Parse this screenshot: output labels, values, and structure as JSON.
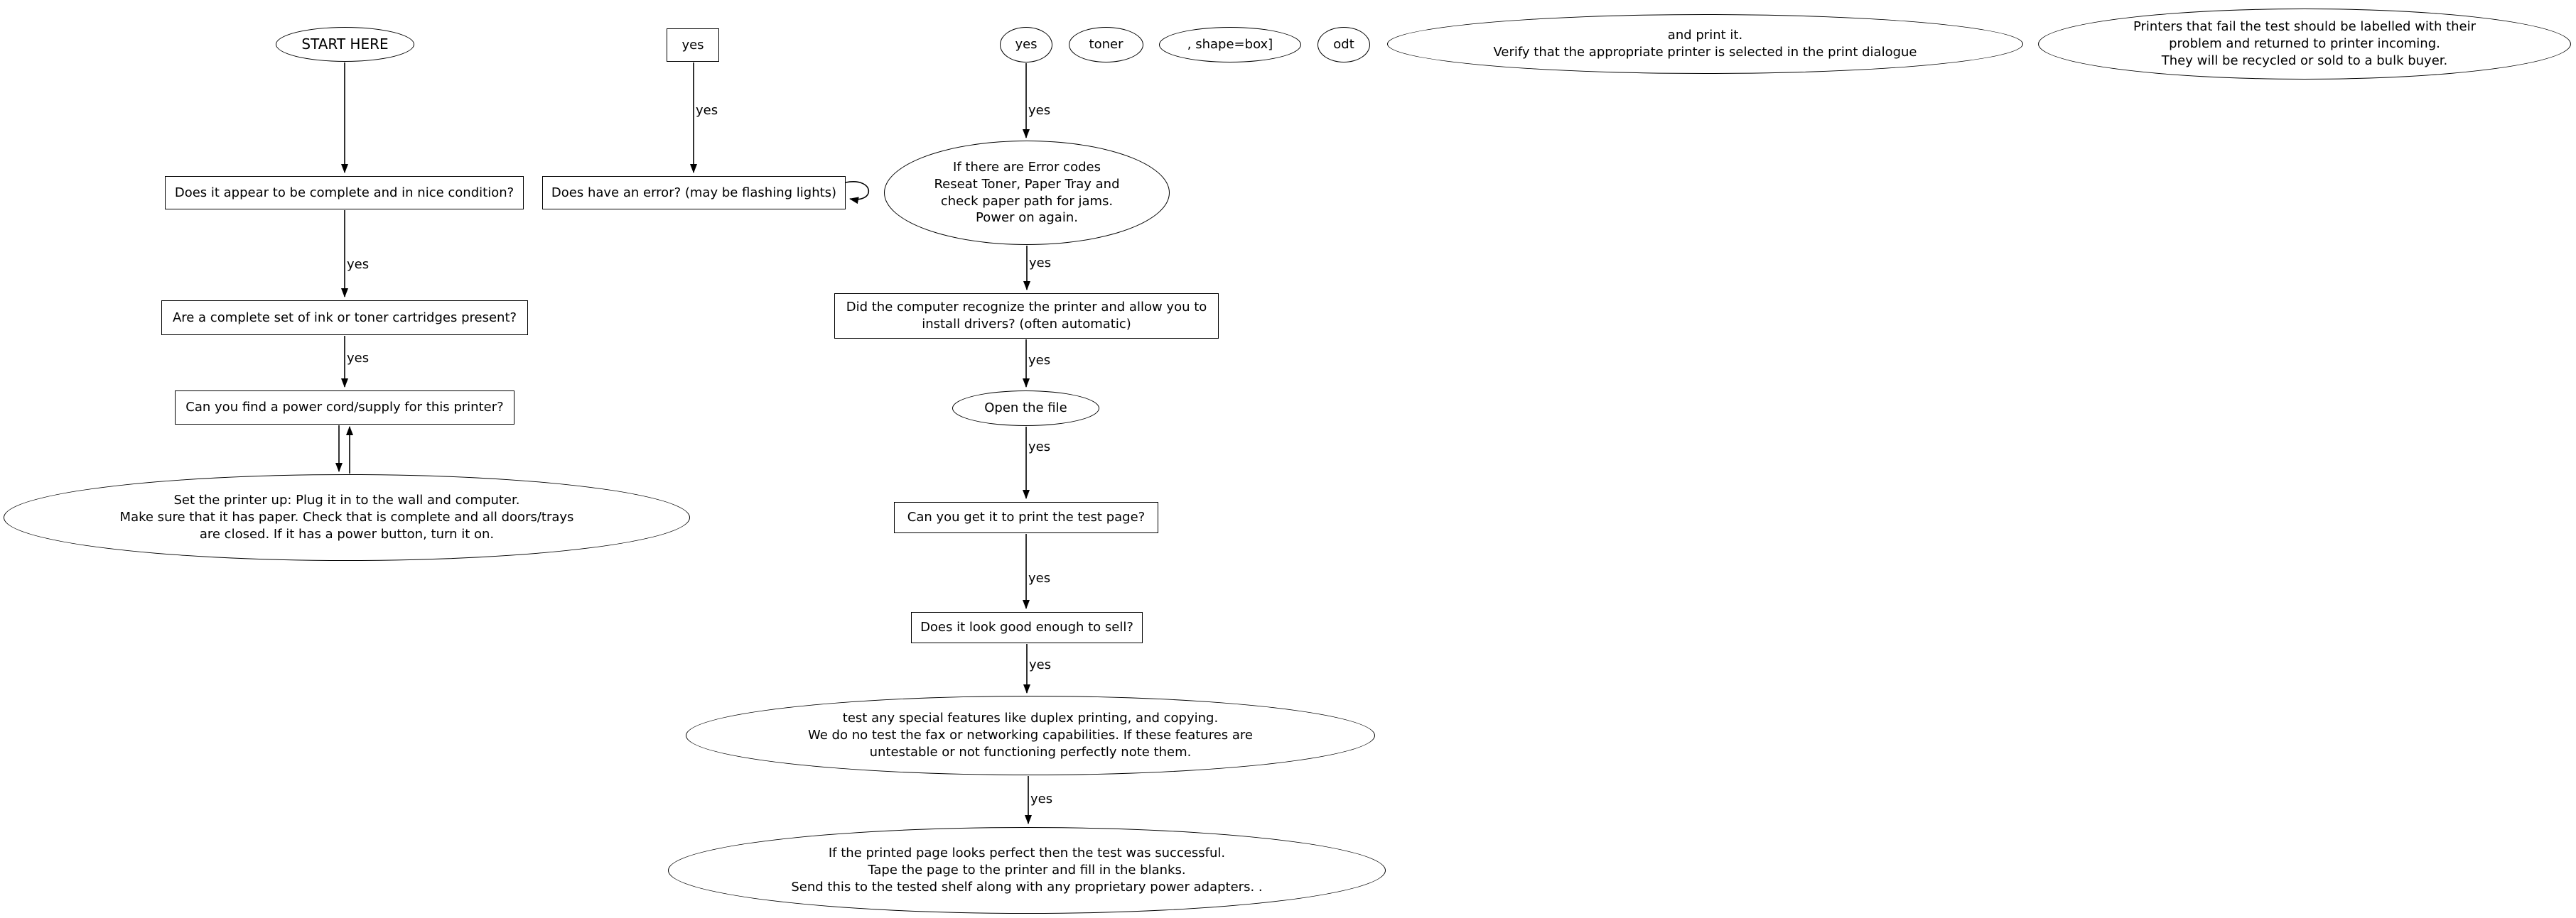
{
  "diagram": {
    "colors": {
      "background": "#ffffff",
      "stroke": "#000000",
      "text": "#000000"
    },
    "nodes": {
      "start": "START HERE",
      "yes_square": "yes",
      "yes_ellipse": "yes",
      "toner": "toner",
      "shape_box": ", shape=box]",
      "odt": "odt",
      "print_verify": "and print it.\nVerify that the appropriate printer is selected in the print dialogue",
      "failed_printers": "Printers that fail the test should be labelled with their\nproblem and returned to printer incoming.\nThey will be recycled or sold to a bulk buyer.",
      "condition_question": "Does it appear to be complete and in nice condition?",
      "error_question": "Does have an error? (may be flashing lights)",
      "error_codes": "If there are Error codes\nReseat Toner, Paper Tray and\ncheck paper path for jams.\nPower on again.",
      "cartridges_question": "Are a complete set of ink or toner cartridges present?",
      "driver_question": "Did the computer recognize the printer and allow you to\ninstall drivers? (often automatic)",
      "power_cord_question": "Can you find a power cord/supply for this printer?",
      "open_file": "Open the file",
      "setup_instructions": "Set the printer up: Plug it in to the wall and computer.\nMake sure that it has paper. Check that is complete and all doors/trays\nare closed. If it has a power button, turn it on.",
      "test_page_question": "Can you get it to print the test page?",
      "sell_question": "Does it look good enough to sell?",
      "special_features": "test any special features like duplex printing, and copying.\nWe do no test the fax or networking capabilities. If these features are\nuntestable or not functioning perfectly note them.",
      "success_instructions": "If the printed page looks perfect then the test was successful.\nTape the page to the printer and fill in the blanks.\nSend this to the tested shelf along with any proprietary power adapters. ."
    },
    "edge_labels": {
      "yes": "yes"
    }
  }
}
